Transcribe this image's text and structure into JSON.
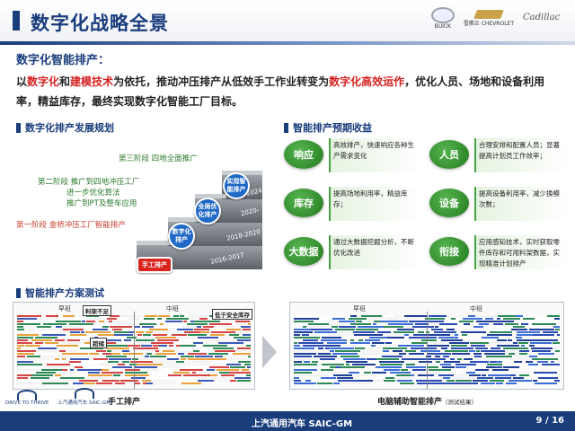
{
  "header": {
    "title": "数字化战略全景",
    "brands": [
      {
        "name": "BUICK",
        "icon": "buick-logo-icon"
      },
      {
        "name": "雪佛兰 CHEVROLET",
        "icon": "chevrolet-logo-icon"
      },
      {
        "name": "Cadillac",
        "icon": "cadillac-logo-icon"
      }
    ]
  },
  "intro": {
    "heading": "数字化智能排产：",
    "p1": "以",
    "h1": "数字化",
    "p2": "和",
    "h2": "建模技术",
    "p3": "为依托，推动冲压排产从低效手工作业转变为",
    "h3": "数字化高效运作",
    "p4": "，优化人员、场地和设备利用率，精益库存，最终实现数字化智能工厂目标。"
  },
  "plan": {
    "title": "数字化排产发展规划",
    "stage3": "第三阶段 四地全面推广",
    "stage2_l1": "第二阶段 推广到四地冲压工厂",
    "stage2_l2": "进一步优化算法",
    "stage2_l3": "推广到PT及整车应用",
    "stage1": "第一阶段 金桥冲压工厂智能排产",
    "steps": [
      {
        "label": "手工排产",
        "period": "2016-2017"
      },
      {
        "label": "数字化排产",
        "period": "2018-2020"
      },
      {
        "label": "全局优化排产",
        "period": "2020-"
      },
      {
        "label": "实现智能排产",
        "period": "2024"
      }
    ]
  },
  "benefits": {
    "title": "智能排产预期收益",
    "items": [
      {
        "label": "响应",
        "text": "高效排产，快速响应各种生产需求变化"
      },
      {
        "label": "人员",
        "text": "合理安排和配置人员；显著提高计划员工作效率；"
      },
      {
        "label": "库存",
        "text": "提高场地利用率，精益库存；"
      },
      {
        "label": "设备",
        "text": "提高设备利用率，减少换模次数；"
      },
      {
        "label": "大数据",
        "text": "通过大数据挖掘分析，不断优化改进"
      },
      {
        "label": "衔接",
        "text": "应用感知技术，实时获取零件库存和可用料架数据，实现精准计划排产"
      }
    ]
  },
  "schedule": {
    "title": "智能排产方案测试",
    "left_shift1": "早班",
    "left_shift2": "中班",
    "right_shift1": "早班",
    "right_shift2": "中班",
    "callout1": "料架不足",
    "callout2": "低于安全库存",
    "callout3": "超储",
    "left_caption": "手工排产",
    "right_caption": "电脑辅助智能排产",
    "right_caption_note": "（测试结果）"
  },
  "footer": {
    "brand": "上汽通用汽车 SAIC-GM",
    "page": "9 / 16",
    "logos": [
      {
        "name": "DRIVE TO THRIVE"
      },
      {
        "name": "上汽通用汽车 SAIC-GM"
      }
    ]
  },
  "colors": {
    "primary": "#1a3d7c",
    "accent_red": "#d42222",
    "green": "#2f8a2a"
  }
}
